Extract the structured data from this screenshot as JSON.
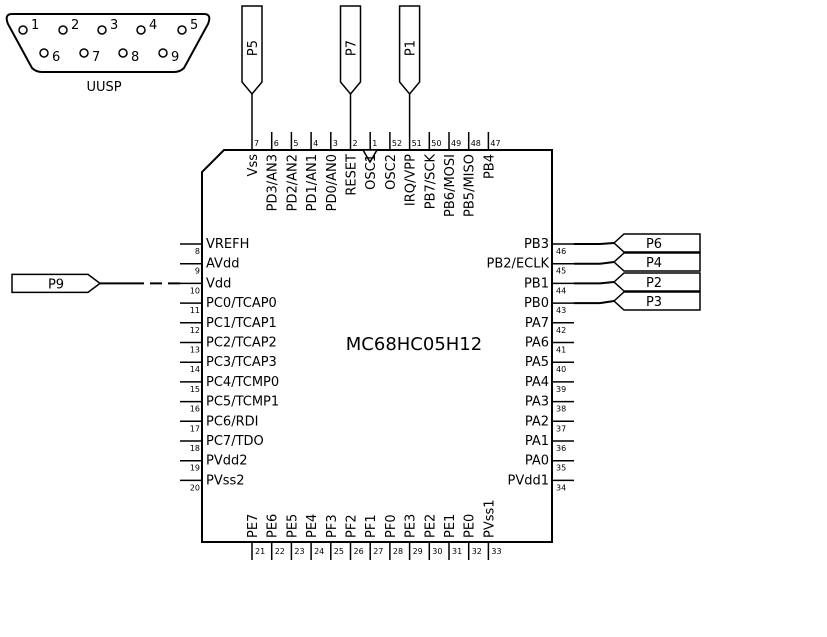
{
  "connector": {
    "label": "UUSP",
    "top_numbers": [
      "1",
      "2",
      "3",
      "4",
      "5"
    ],
    "bottom_numbers": [
      "6",
      "7",
      "8",
      "9"
    ]
  },
  "chip": {
    "name": "MC68HC05H12",
    "top_pins": [
      {
        "num": "7",
        "name": "Vss"
      },
      {
        "num": "6",
        "name": "PD3/AN3"
      },
      {
        "num": "5",
        "name": "PD2/AN2"
      },
      {
        "num": "4",
        "name": "PD1/AN1"
      },
      {
        "num": "3",
        "name": "PD0/AN0"
      },
      {
        "num": "2",
        "name": "RESET"
      },
      {
        "num": "1",
        "name": "OSC1"
      },
      {
        "num": "52",
        "name": "OSC2"
      },
      {
        "num": "51",
        "name": "IRQ/VPP"
      },
      {
        "num": "50",
        "name": "PB7/SCK"
      },
      {
        "num": "49",
        "name": "PB6/MOSI"
      },
      {
        "num": "48",
        "name": "PB5/MISO"
      },
      {
        "num": "47",
        "name": "PB4"
      }
    ],
    "left_pins": [
      {
        "num": "8",
        "name": "VREFH"
      },
      {
        "num": "9",
        "name": "AVdd"
      },
      {
        "num": "10",
        "name": "Vdd"
      },
      {
        "num": "11",
        "name": "PC0/TCAP0"
      },
      {
        "num": "12",
        "name": "PC1/TCAP1"
      },
      {
        "num": "13",
        "name": "PC2/TCAP2"
      },
      {
        "num": "14",
        "name": "PC3/TCAP3"
      },
      {
        "num": "15",
        "name": "PC4/TCMP0"
      },
      {
        "num": "16",
        "name": "PC5/TCMP1"
      },
      {
        "num": "17",
        "name": "PC6/RDI"
      },
      {
        "num": "18",
        "name": "PC7/TDO"
      },
      {
        "num": "19",
        "name": "PVdd2"
      },
      {
        "num": "20",
        "name": "PVss2"
      }
    ],
    "right_pins": [
      {
        "num": "46",
        "name": "PB3"
      },
      {
        "num": "45",
        "name": "PB2/ECLK"
      },
      {
        "num": "44",
        "name": "PB1"
      },
      {
        "num": "43",
        "name": "PB0"
      },
      {
        "num": "42",
        "name": "PA7"
      },
      {
        "num": "41",
        "name": "PA6"
      },
      {
        "num": "40",
        "name": "PA5"
      },
      {
        "num": "39",
        "name": "PA4"
      },
      {
        "num": "38",
        "name": "PA3"
      },
      {
        "num": "37",
        "name": "PA2"
      },
      {
        "num": "36",
        "name": "PA1"
      },
      {
        "num": "35",
        "name": "PA0"
      },
      {
        "num": "34",
        "name": "PVdd1"
      }
    ],
    "bottom_pins": [
      {
        "num": "21",
        "name": "PE7"
      },
      {
        "num": "22",
        "name": "PE6"
      },
      {
        "num": "23",
        "name": "PE5"
      },
      {
        "num": "24",
        "name": "PE4"
      },
      {
        "num": "25",
        "name": "PF3"
      },
      {
        "num": "26",
        "name": "PF2"
      },
      {
        "num": "27",
        "name": "PF1"
      },
      {
        "num": "28",
        "name": "PF0"
      },
      {
        "num": "29",
        "name": "PE3"
      },
      {
        "num": "30",
        "name": "PE2"
      },
      {
        "num": "31",
        "name": "PE1"
      },
      {
        "num": "32",
        "name": "PE0"
      },
      {
        "num": "33",
        "name": "PVss1"
      }
    ]
  },
  "flags": {
    "top": [
      {
        "label": "P5",
        "pin": "7"
      },
      {
        "label": "P7",
        "pin": "2"
      },
      {
        "label": "P1",
        "pin": "51"
      }
    ],
    "left": [
      {
        "label": "P9",
        "pin": "10"
      }
    ],
    "right": [
      {
        "label": "P6",
        "pin": "46"
      },
      {
        "label": "P4",
        "pin": "45"
      },
      {
        "label": "P2",
        "pin": "44"
      },
      {
        "label": "P3",
        "pin": "43"
      }
    ]
  }
}
